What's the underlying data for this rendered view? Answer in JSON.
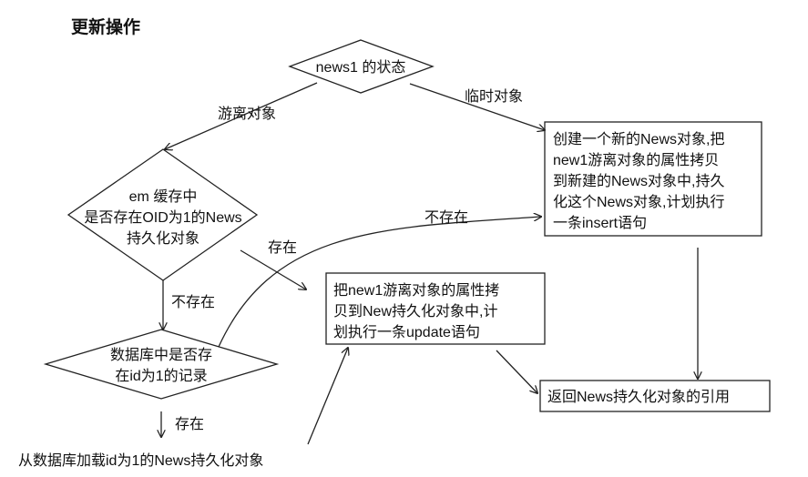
{
  "title": "更新操作",
  "decisions": {
    "state": "news1 的状态",
    "em_cache": [
      "em 缓存中",
      "是否存在OID为1的News",
      "持久化对象"
    ],
    "db": [
      "数据库中是否存",
      "在id为1的记录"
    ]
  },
  "edge_labels": {
    "detached": "游离对象",
    "transient": "临时对象",
    "exists_em": "存在",
    "not_exists_em": "不存在",
    "not_exists_db": "不存在",
    "exists_db": "存在"
  },
  "boxes": {
    "create_new": [
      "创建一个新的News对象,把",
      "new1游离对象的属性拷贝",
      "到新建的News对象中,持久",
      "化这个News对象,计划执行",
      "一条insert语句"
    ],
    "copy_props": [
      "把new1游离对象的属性拷",
      "贝到New持久化对象中,计",
      "划执行一条update语句"
    ],
    "return_ref": [
      "返回News持久化对象的引用"
    ]
  },
  "load_text": "从数据库加载id为1的News持久化对象"
}
